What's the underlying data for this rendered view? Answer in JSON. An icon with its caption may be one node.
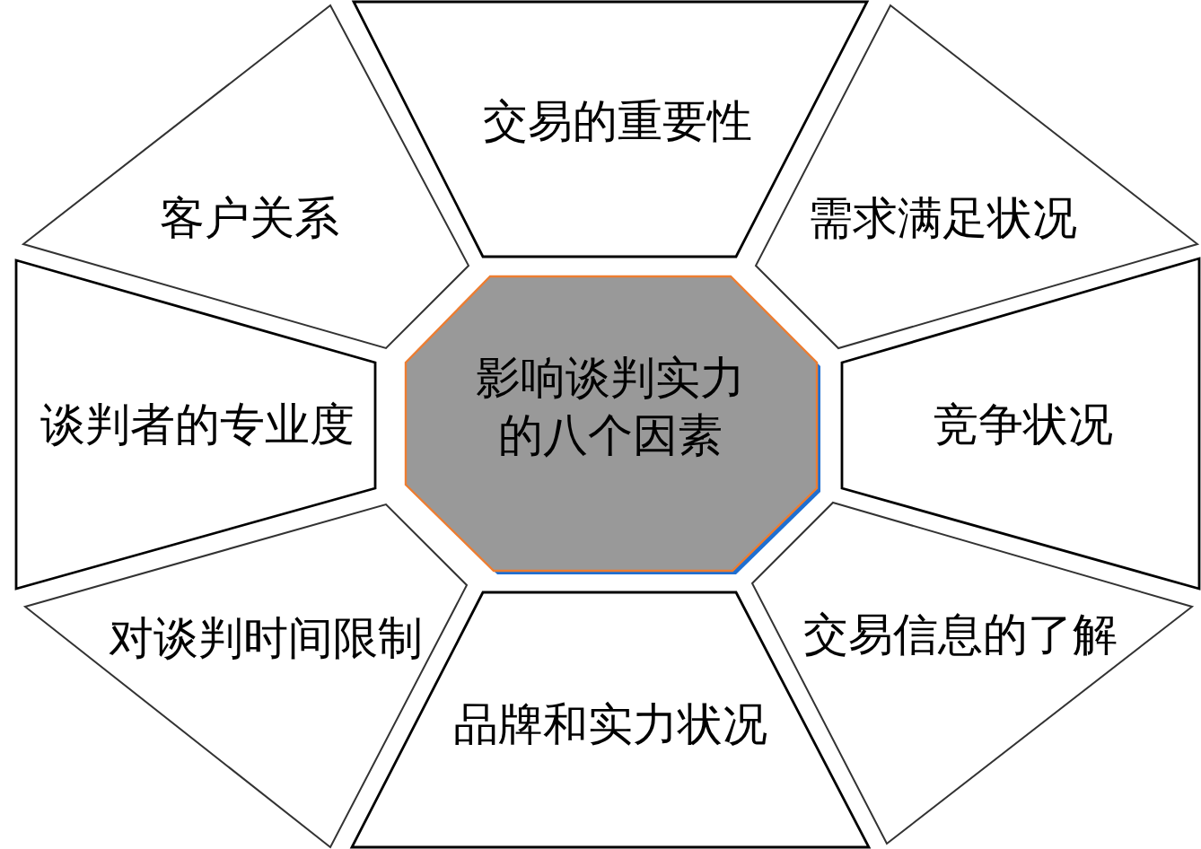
{
  "diagram": {
    "nodes": [
      {
        "text": [
          "交易的重要性"
        ]
      },
      {
        "text": [
          "客户关系"
        ]
      },
      {
        "text": [
          "需求满足状况"
        ]
      },
      {
        "text": [
          "谈判者的专业度"
        ]
      },
      {
        "text": [
          "影响谈判实力的八个因素"
        ]
      },
      {
        "text": [
          "竞争状况"
        ]
      },
      {
        "text": [
          "对谈判时间限制"
        ]
      },
      {
        "text": [
          "交易信息的了解"
        ]
      },
      {
        "text": [
          "品牌和实力状况"
        ]
      }
    ]
  }
}
